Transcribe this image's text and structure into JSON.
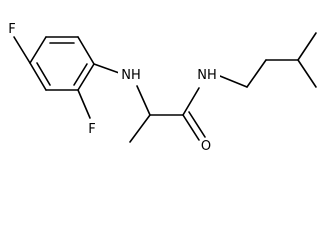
{
  "molecule": {
    "atoms": {
      "fluorine_top": "F",
      "amine_nh": "NH",
      "fluorine_bottom": "F",
      "amide_nh": "NH",
      "carbonyl_o": "O"
    }
  }
}
